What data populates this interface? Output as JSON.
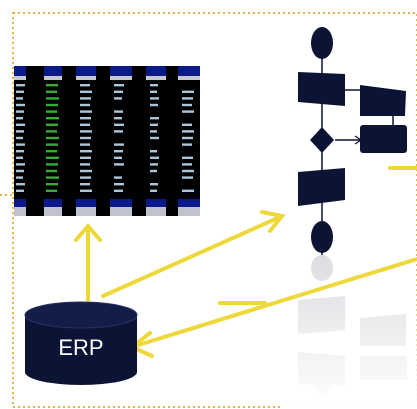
{
  "database": {
    "label": "ERP"
  },
  "colors": {
    "border": "#e6b64a",
    "arrow": "#efd83a",
    "shape": "#0c1436",
    "cylinder_top": "#141d48",
    "reflection": "#d9dade",
    "terminal_bg": "#000000",
    "terminal_header": "#0a1a8a",
    "terminal_text": "#c9e8ff",
    "terminal_green": "#3ccb3c"
  },
  "flowchart": {
    "nodes": [
      {
        "id": "start",
        "shape": "oval"
      },
      {
        "id": "step-1",
        "shape": "trapezoid"
      },
      {
        "id": "step-2",
        "shape": "trapezoid"
      },
      {
        "id": "step-3",
        "shape": "card"
      },
      {
        "id": "decision",
        "shape": "diamond"
      },
      {
        "id": "step-4",
        "shape": "trapezoid"
      },
      {
        "id": "end",
        "shape": "oval"
      }
    ]
  }
}
